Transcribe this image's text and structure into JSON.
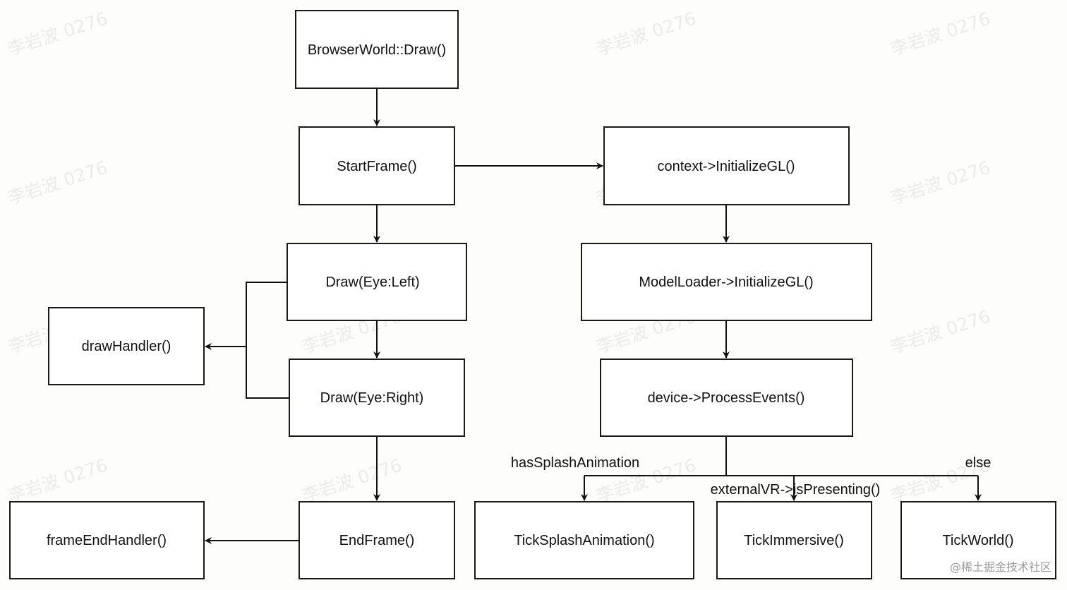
{
  "watermark": {
    "text": "李岩波 0276"
  },
  "nodes": {
    "browser_world_draw": "BrowserWorld::Draw()",
    "start_frame": "StartFrame()",
    "context_initialize_gl": "context->InitializeGL()",
    "draw_eye_left": "Draw(Eye:Left)",
    "model_loader_initialize_gl": "ModelLoader->InitializeGL()",
    "draw_handler": "drawHandler()",
    "draw_eye_right": "Draw(Eye:Right)",
    "device_process_events": "device->ProcessEvents()",
    "frame_end_handler": "frameEndHandler()",
    "end_frame": "EndFrame()",
    "tick_splash_animation": "TickSplashAnimation()",
    "tick_immersive": "TickImmersive()",
    "tick_world": "TickWorld()"
  },
  "edge_labels": {
    "has_splash_animation": "hasSplashAnimation",
    "external_vr_is_presenting": "externalVR->isPresenting()",
    "else": "else"
  },
  "site_mark": "@稀土掘金技术社区"
}
